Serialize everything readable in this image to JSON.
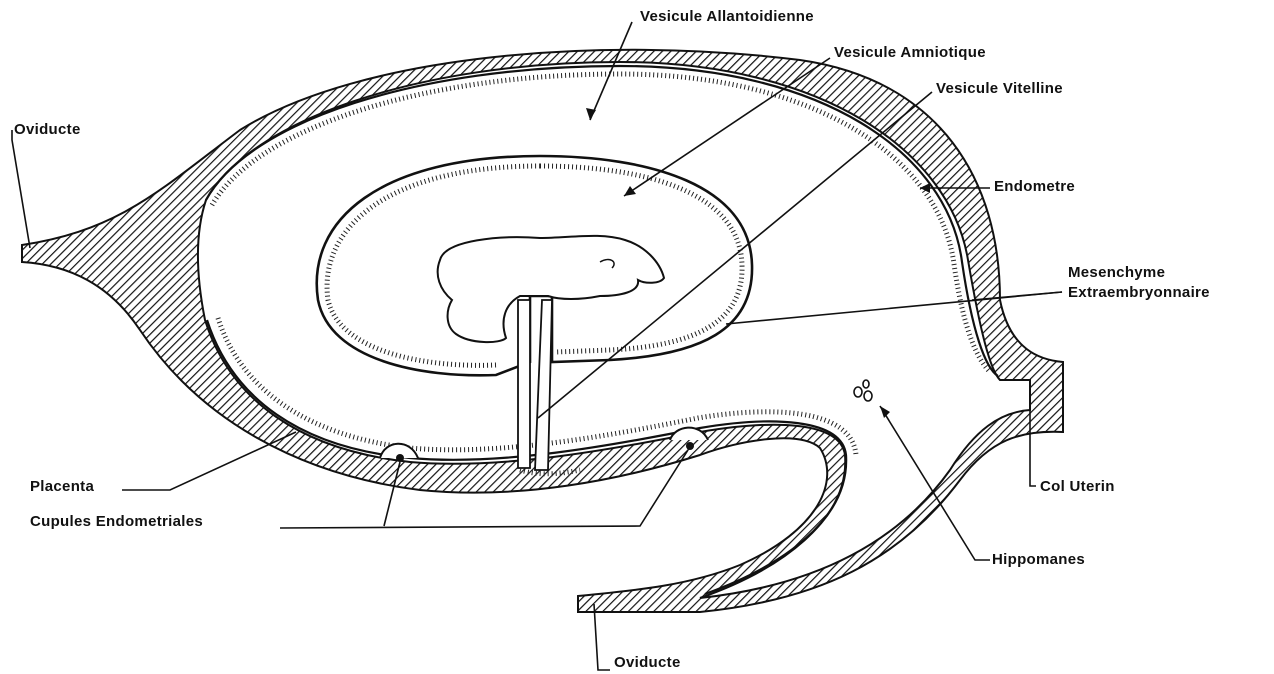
{
  "diagram": {
    "labels": {
      "vesicule_allantoidienne": "Vesicule Allantoidienne",
      "vesicule_amniotique": "Vesicule Amniotique",
      "vesicule_vitelline": "Vesicule Vitelline",
      "oviducte_left": "Oviducte",
      "endometre": "Endometre",
      "mesenchyme_line1": "Mesenchyme",
      "mesenchyme_line2": "Extraembryonnaire",
      "placenta": "Placenta",
      "cupules": "Cupules  Endometriales",
      "col_uterin": "Col Uterin",
      "hippomanes": "Hippomanes",
      "oviducte_bottom": "Oviducte"
    }
  }
}
